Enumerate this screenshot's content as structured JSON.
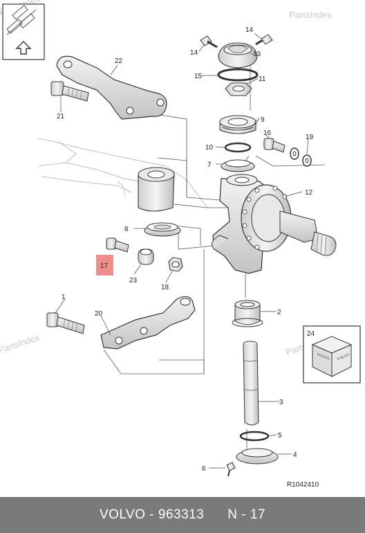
{
  "watermark": "PartsIndex",
  "diagram_ref": "R1042410",
  "kit_label": "VOLVO",
  "footer": {
    "brand": "VOLVO",
    "separator": "-",
    "part_number": "963313",
    "position": "N - 17"
  },
  "highlight_color": "#f08c8c",
  "callouts": [
    "14",
    "14",
    "13",
    "22",
    "15",
    "11",
    "21",
    "9",
    "16",
    "19",
    "10",
    "7",
    "12",
    "8",
    "17",
    "23",
    "18",
    "1",
    "2",
    "20",
    "24",
    "3",
    "5",
    "4",
    "6"
  ]
}
